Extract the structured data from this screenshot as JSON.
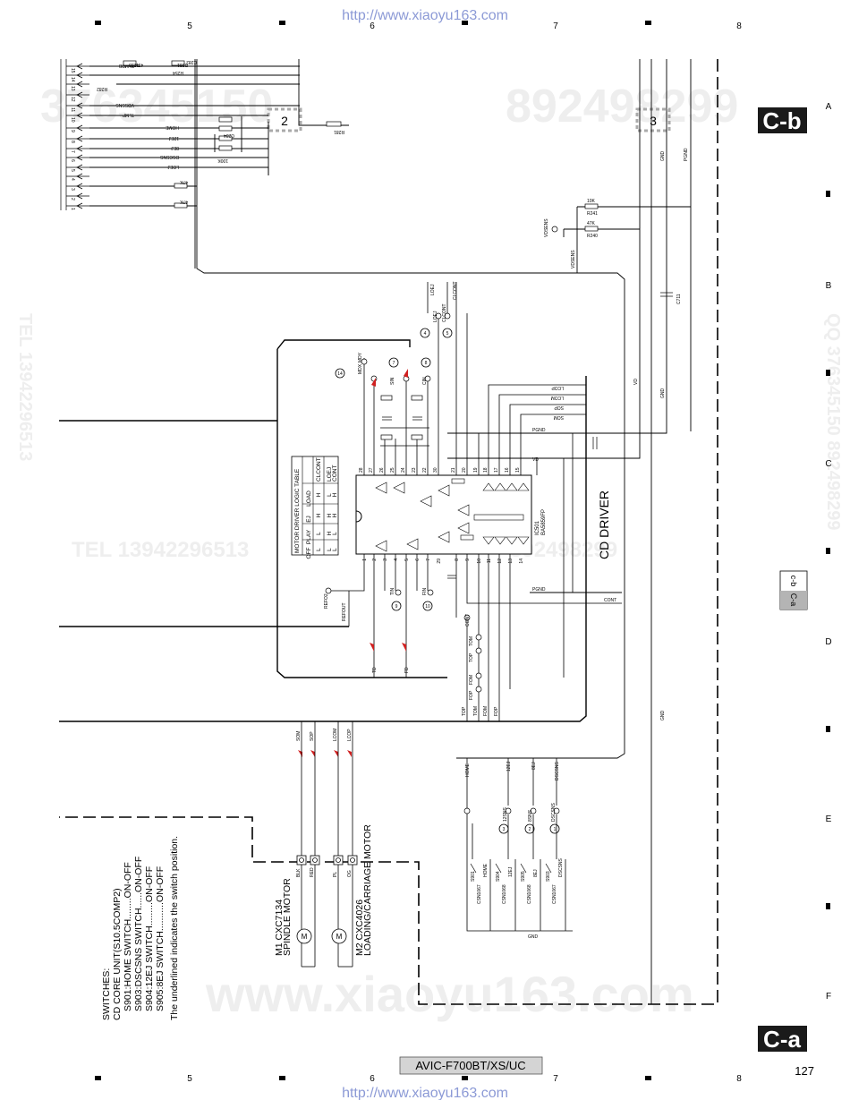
{
  "header_url": "http://www.xiaoyu163.com",
  "footer_url": "http://www.xiaoyu163.com",
  "watermarks": {
    "number_a": "376345150",
    "number_b": "892498299",
    "tel_line": "TEL 13942296513",
    "side_left": "TEL 13942296513",
    "side_right": "QQ 376345150 892498299",
    "site": "www.xiaoyu163.com"
  },
  "grid": {
    "columns": [
      "5",
      "6",
      "7",
      "8"
    ],
    "rows": [
      "A",
      "B",
      "C",
      "D",
      "E",
      "F"
    ]
  },
  "badges": {
    "top": "C-b",
    "bottom": "C-a"
  },
  "side_tab": {
    "upper": "c-b",
    "lower": "C-a"
  },
  "connectors": {
    "left": "2",
    "right": "3"
  },
  "cd_driver_title": "CD DRIVER",
  "ic": {
    "ref": "IC501",
    "part": "BA5859FP"
  },
  "logic_table": {
    "title": "MOTOR DRIVER LOGIC TABLE",
    "headers": [
      "",
      "LOAD",
      "EJ",
      "PLAY",
      "OFF"
    ],
    "rows": [
      [
        "CLCONT",
        "H",
        "H",
        "L",
        "L"
      ],
      [
        "LOEJ",
        "L",
        "H",
        "H",
        "L"
      ],
      [
        "CONT",
        "H",
        "H",
        "L",
        "L"
      ]
    ]
  },
  "top_connector_pins": [
    {
      "num": "15",
      "name": "PLMDB"
    },
    {
      "num": "14",
      "name": ""
    },
    {
      "num": "13",
      "name": ""
    },
    {
      "num": "12",
      "name": ""
    },
    {
      "num": "11",
      "name": "VDSSNS"
    },
    {
      "num": "10",
      "name": "TLMP"
    },
    {
      "num": "9",
      "name": "HOME"
    },
    {
      "num": "8",
      "name": "12EJ"
    },
    {
      "num": "7",
      "name": "8EJ"
    },
    {
      "num": "6",
      "name": "DSCSNS"
    },
    {
      "num": "5",
      "name": "LOEJ"
    },
    {
      "num": "4",
      "name": ""
    },
    {
      "num": "3",
      "name": ""
    },
    {
      "num": "2",
      "name": ""
    },
    {
      "num": "1",
      "name": ""
    }
  ],
  "top_resistors": [
    "R255",
    "R281",
    "R282",
    "R254",
    "C282",
    "C284",
    "R281",
    "100K",
    "47K",
    "47K",
    "47K"
  ],
  "ic_top_pins": [
    "28",
    "27",
    "26",
    "25",
    "24",
    "23",
    "22",
    "30",
    "21",
    "20",
    "19",
    "18",
    "17",
    "16",
    "15"
  ],
  "ic_bottom_pins": [
    "1",
    "2",
    "3",
    "4",
    "5",
    "6",
    "7",
    "29",
    "8",
    "9",
    "10",
    "11",
    "12",
    "13",
    "14"
  ],
  "ic_top_signals": [
    "MDX",
    "MDY",
    "SIN",
    "CIN",
    "LOEJ",
    "CLCONT"
  ],
  "bus_labels": [
    "LCOP",
    "LCOM",
    "SOP",
    "SOM"
  ],
  "bottom_signals": [
    "TD",
    "FD",
    "TIN",
    "FIN",
    "REFO2",
    "REFOUT",
    "CONT",
    "TOM",
    "TOP",
    "FOM",
    "FOP"
  ],
  "power_labels": [
    "VD",
    "PGND",
    "GND",
    "VDSENS",
    "VDSENS"
  ],
  "right_resistors": [
    "R241",
    "R240",
    "C711",
    "10K",
    "47K"
  ],
  "circled_pins": [
    "14",
    "7",
    "8",
    "4",
    "5",
    "9",
    "10",
    "3",
    "2",
    "1"
  ],
  "motor_wires": [
    "SOM",
    "SOP",
    "LCOM",
    "LCOP"
  ],
  "motor_pins": [
    "BLK",
    "RED",
    "PL",
    "OG"
  ],
  "motors": [
    {
      "id": "M1",
      "part": "CXC7134",
      "name": "SPINDLE MOTOR"
    },
    {
      "id": "M2",
      "part": "CXC4026",
      "name": "LOADING/CARRIAGE MOTOR"
    }
  ],
  "switch_signals": [
    "HOME",
    "12EJ",
    "8EJ",
    "DSCSNS",
    "12SNS",
    "8SNS",
    "DSCSNS"
  ],
  "switch_parts": [
    {
      "ref": "S901",
      "part": "CSN1067",
      "label": "HOME"
    },
    {
      "ref": "S904",
      "part": "CSN1068",
      "label": "12EJ"
    },
    {
      "ref": "S905",
      "part": "CSN1068",
      "label": "8EJ"
    },
    {
      "ref": "S903",
      "part": "CSN1067",
      "label": "DSCSNS"
    }
  ],
  "switches_note": {
    "title": "SWITCHES:",
    "unit": "CD CORE UNIT(S10.5COMP2)",
    "lines": [
      "S901:HOME SWITCH........ON-OFF",
      "S903:DSCSNS SWITCH......ON-OFF",
      "S904:12EJ SWITCH.........ON-OFF",
      "S905:8EJ SWITCH...........ON-OFF"
    ],
    "footer": "The underlined indicates the switch position."
  },
  "model": "AVIC-F700BT/XS/UC",
  "page_number": "127"
}
